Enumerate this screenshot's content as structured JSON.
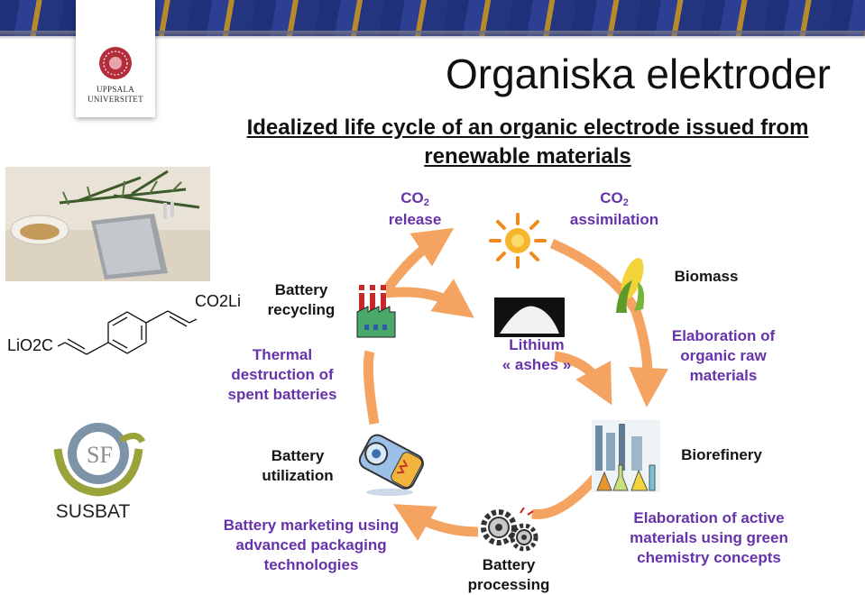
{
  "header": {
    "title": "Organiska elektroder",
    "subtitle_line1": "Idealized life cycle of an organic electrode issued from",
    "subtitle_line2": "renewable materials"
  },
  "logo": {
    "text": "UPPSALA\nUNIVERSITET"
  },
  "molecule": {
    "right_group": "CO2Li",
    "left_group": "LiO2C"
  },
  "susbat": {
    "label": "SUSBAT"
  },
  "cycle": {
    "co2_release": {
      "main": "CO",
      "sub": "2",
      "text": "release"
    },
    "co2_assimilation": {
      "main": "CO",
      "sub": "2",
      "text": "assimilation"
    },
    "biomass": "Biomass",
    "elaboration_raw": "Elaboration of\norganic raw\nmaterials",
    "biorefinery": "Biorefinery",
    "elaboration_active": "Elaboration of active\nmaterials using green\nchemistry concepts",
    "battery_processing": "Battery\nprocessing",
    "battery_marketing": "Battery marketing using\nadvanced packaging\ntechnologies",
    "battery_utilization": "Battery\nutilization",
    "thermal_destruction": "Thermal\ndestruction of\nspent batteries",
    "battery_recycling": "Battery\nrecycling",
    "lithium_ashes": "Lithium\n« ashes »"
  },
  "colors": {
    "arrow": "#f4a460",
    "purple_text": "#6633aa",
    "banner": "#1f2f7a"
  }
}
